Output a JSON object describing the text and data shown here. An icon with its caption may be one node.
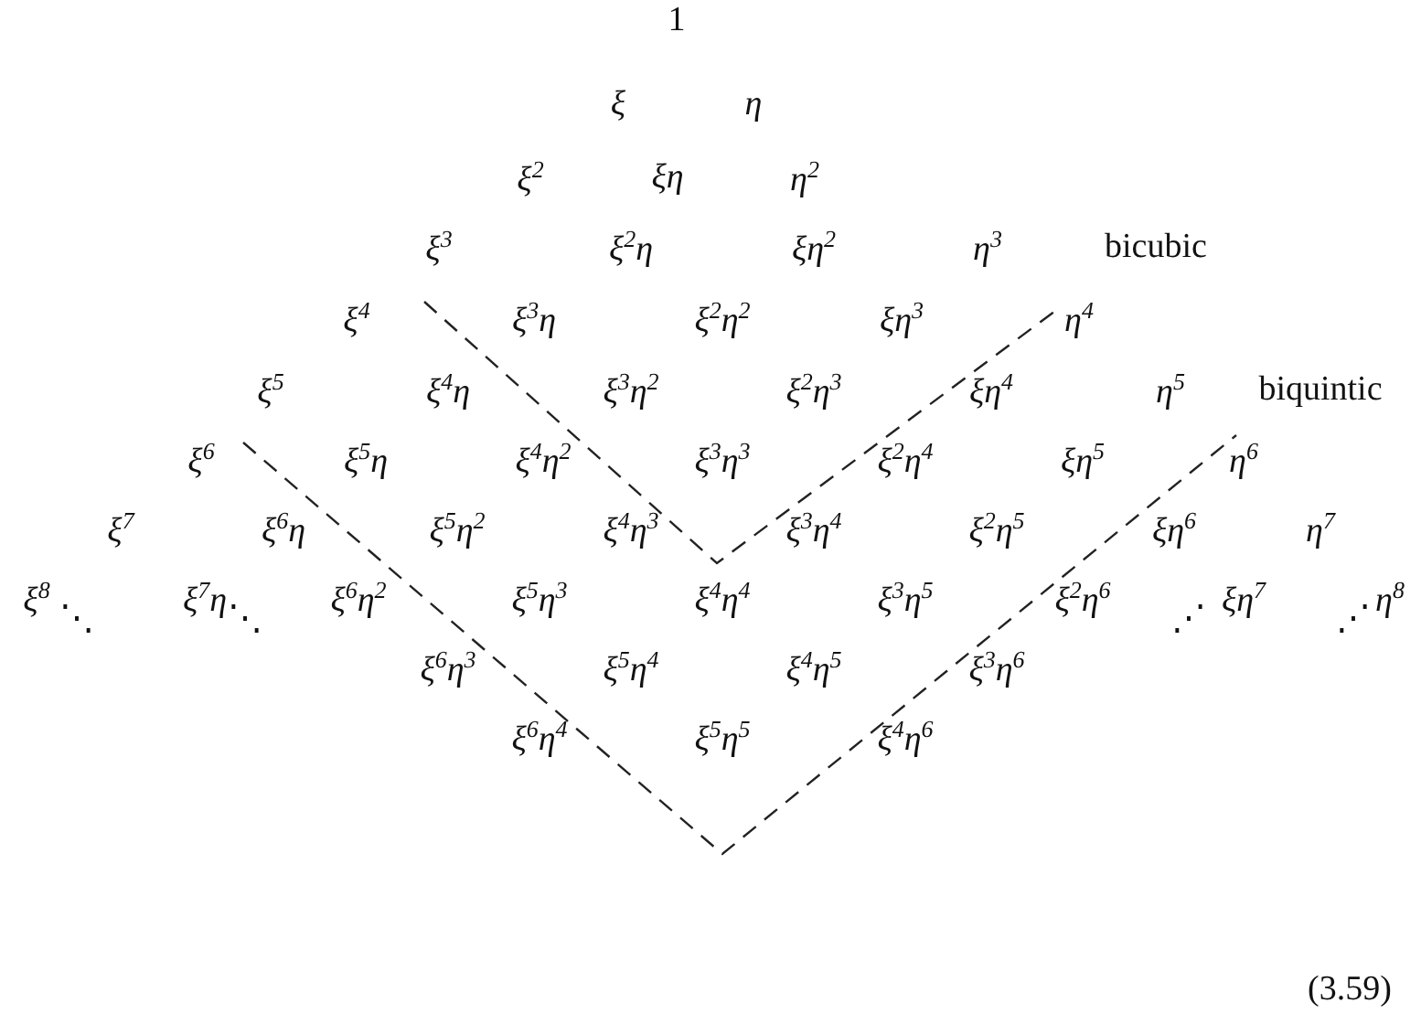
{
  "diagram": {
    "labels": [
      "1",
      "ξ",
      "η",
      "ξ$^{2}$",
      "ξη",
      "η$^{2}$",
      "ξ$^{3}$",
      "ξ$^{2}$η",
      "ξη$^{2}$",
      "η$^{3}$",
      "bicubic",
      "ξ$^{4}$",
      "ξ$^{3}$η",
      "ξ$^{2}$η$^{2}$",
      "ξη$^{3}$",
      "η$^{4}$",
      "ξ$^{5}$",
      "ξ$^{4}$η",
      "ξ$^{3}$η$^{2}$",
      "ξ$^{2}$η$^{3}$",
      "ξη$^{4}$",
      "η$^{5}$",
      "biquintic",
      "ξ$^{6}$",
      "ξ$^{5}$η",
      "ξ$^{4}$η$^{2}$",
      "ξ$^{3}$η$^{3}$",
      "ξ$^{2}$η$^{4}$",
      "ξη$^{5}$",
      "η$^{6}$",
      "ξ$^{7}$",
      "ξ$^{6}$η",
      "ξ$^{5}$η$^{2}$",
      "ξ$^{4}$η$^{3}$",
      "ξ$^{3}$η$^{4}$",
      "ξ$^{2}$η$^{5}$",
      "ξη$^{6}$",
      "η$^{7}$",
      "ξ$^{8}$",
      "⋱",
      "ξ$^{7}$η",
      "⋱",
      "ξ$^{6}$η$^{2}$",
      "ξ$^{5}$η$^{3}$",
      "ξ$^{4}$η$^{4}$",
      "ξ$^{3}$η$^{5}$",
      "ξ$^{2}$η$^{6}$",
      "⋰",
      "ξη$^{7}$",
      "⋰",
      "η$^{8}$",
      "ξ$^{6}$η$^{3}$",
      "ξ$^{5}$η$^{4}$",
      "ξ$^{4}$η$^{5}$",
      "ξ$^{3}$η$^{6}$",
      "ξ$^{6}$η$^{4}$",
      "ξ$^{5}$η$^{5}$",
      "ξ$^{4}$η$^{6}$",
      "(3.59)"
    ]
  }
}
